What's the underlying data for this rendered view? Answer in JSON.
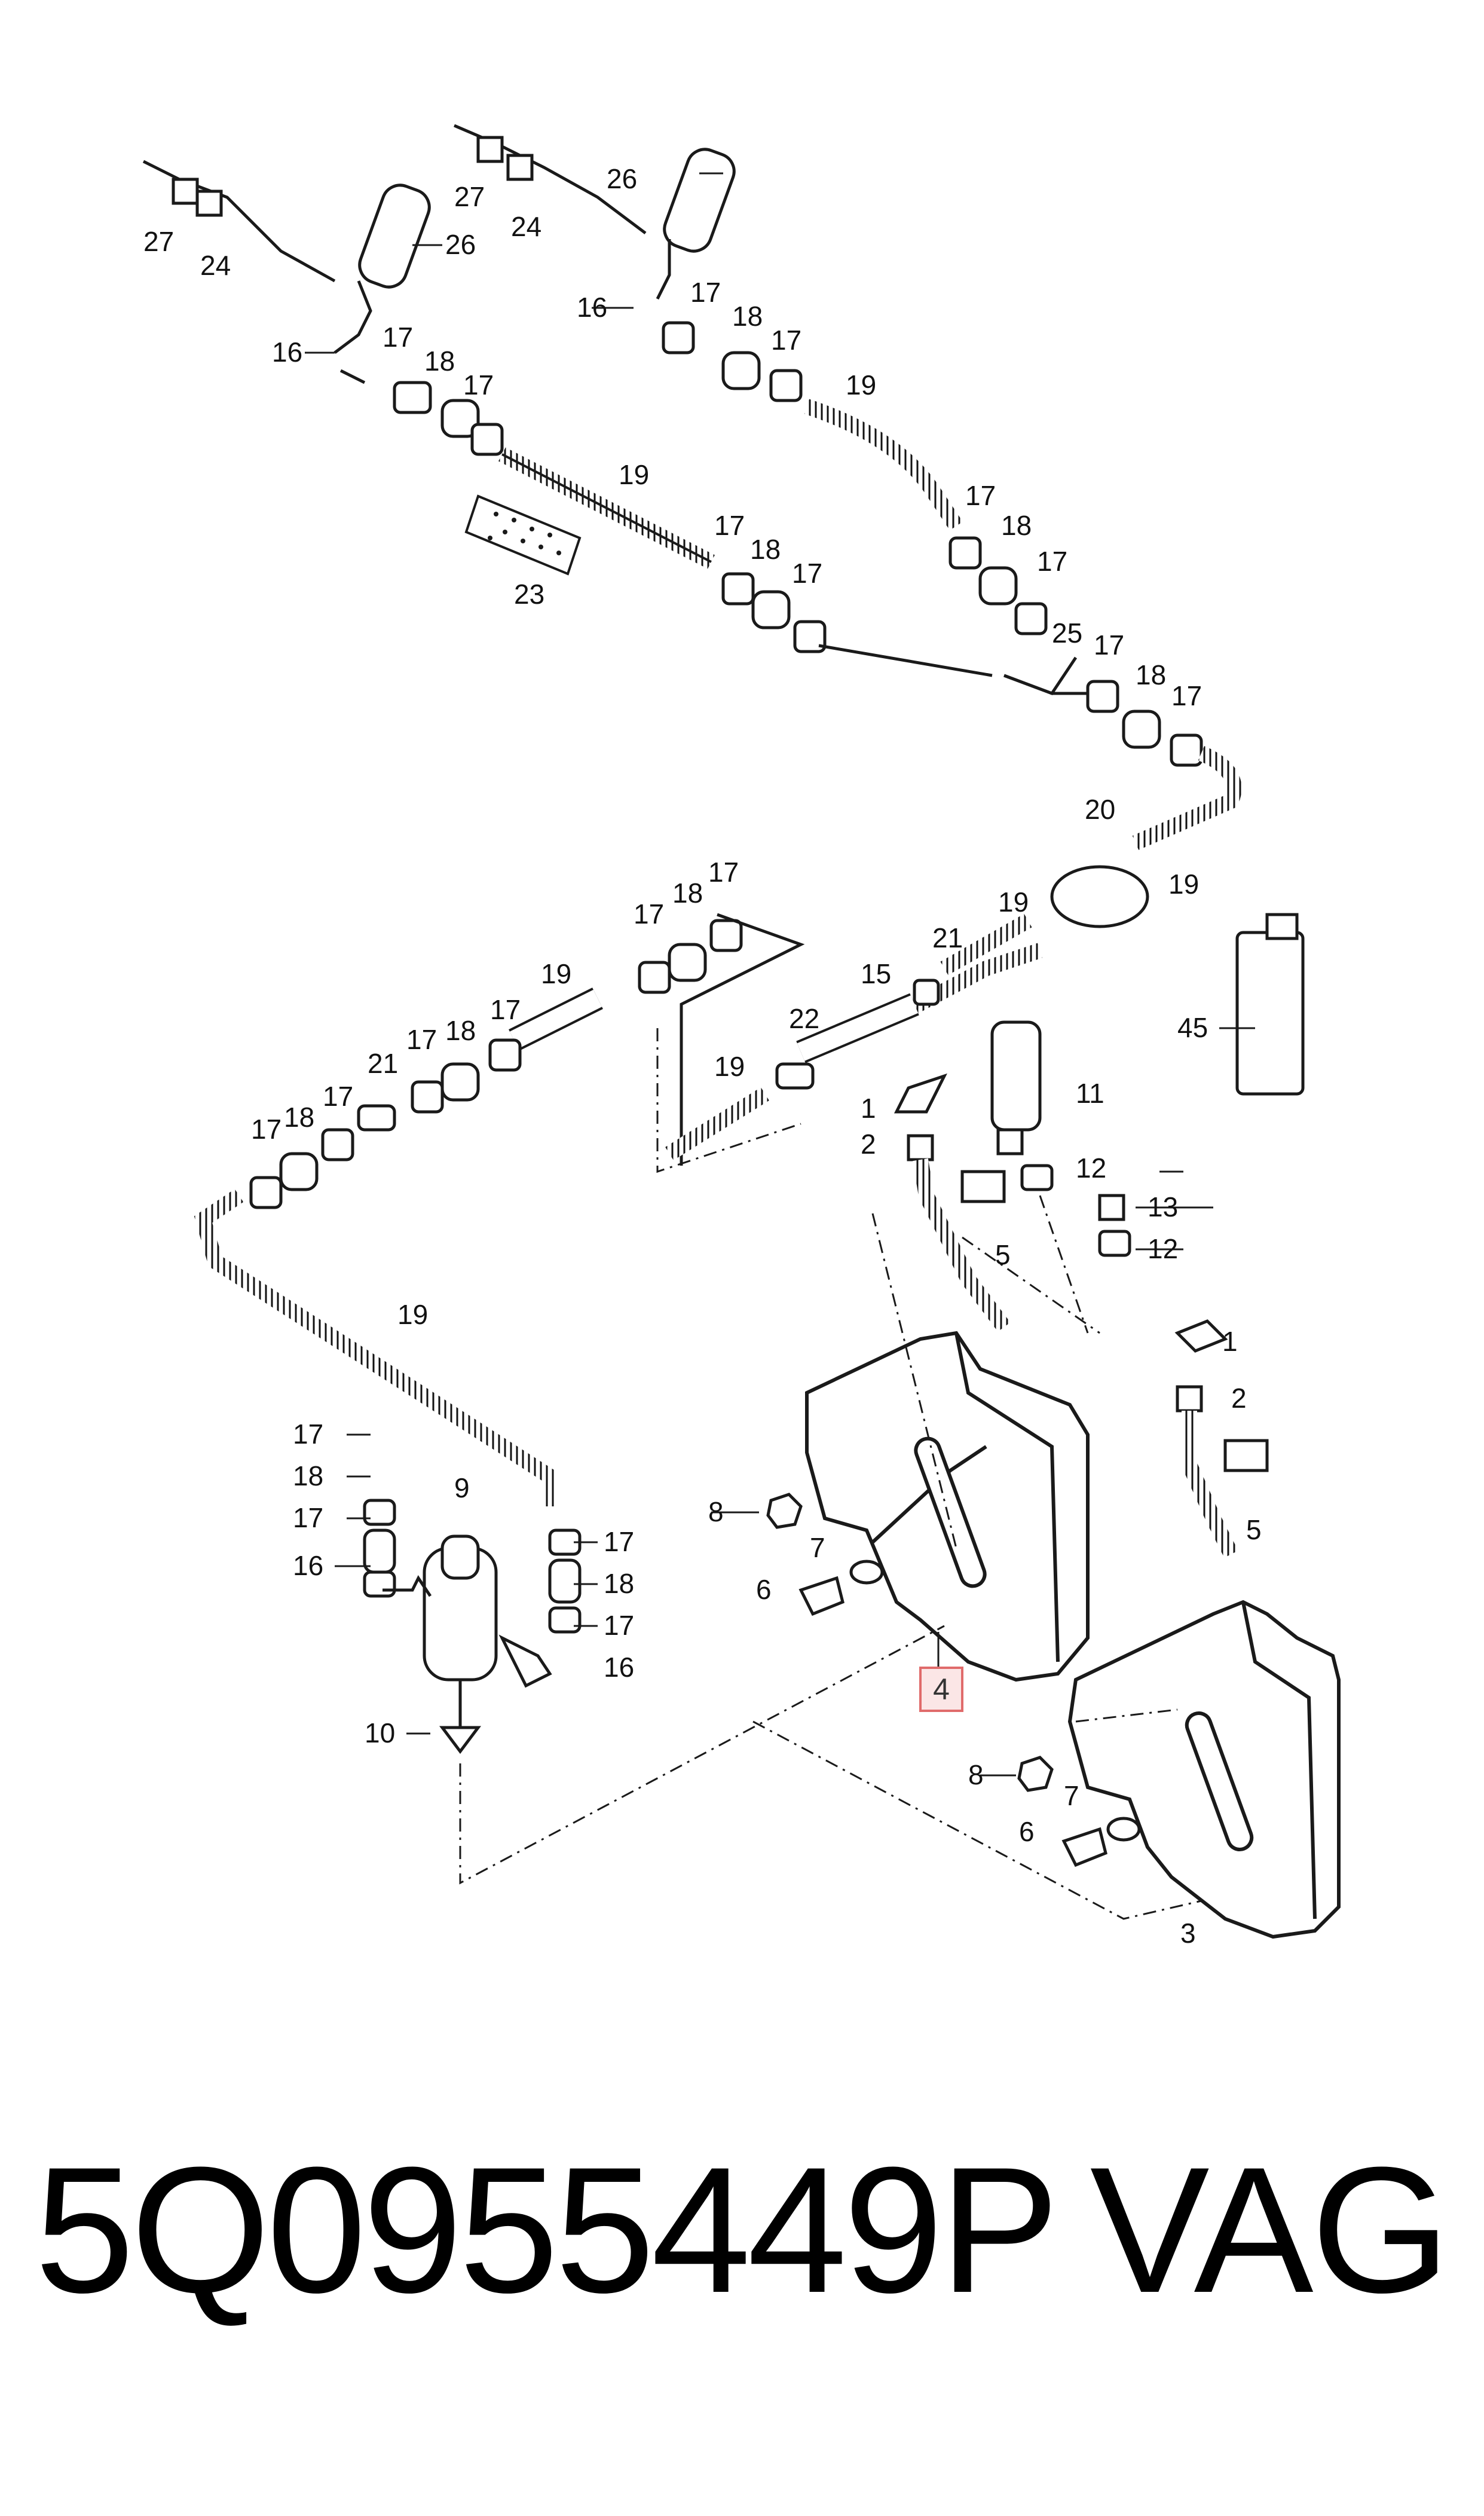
{
  "labels": {
    "l27a": "27",
    "l24a": "24",
    "l26a": "26",
    "l27b": "27",
    "l24b": "24",
    "l26b": "26",
    "l16a": "16",
    "l17a": "17",
    "l18a": "18",
    "l17b": "17",
    "l16b": "16",
    "l17c": "17",
    "l18b": "18",
    "l17d": "17",
    "l19a": "19",
    "l19b": "19",
    "l23": "23",
    "l17e": "17",
    "l18c": "18",
    "l17f": "17",
    "l17g": "17",
    "l18d": "18",
    "l17h": "17",
    "l25": "25",
    "l17i": "17",
    "l18e": "18",
    "l17j": "17",
    "l20": "20",
    "l19c": "19",
    "l17k": "17",
    "l18f": "18",
    "l17l": "17",
    "l19d": "19",
    "l15": "15",
    "l21a": "21",
    "l19e": "19",
    "l17m": "17",
    "l18g": "18",
    "l17n": "17",
    "l21b": "21",
    "l17o": "17",
    "l18h": "18",
    "l17p": "17",
    "l22": "22",
    "l19f": "19",
    "l1a": "1",
    "l2a": "2",
    "l11": "11",
    "l12a": "12",
    "l5a": "5",
    "l13": "13",
    "l12b": "12",
    "l45": "45",
    "l19g": "19",
    "l17q": "17",
    "l18i": "18",
    "l17r": "17",
    "l16c": "16",
    "l9": "9",
    "l10": "10",
    "l17s": "17",
    "l18j": "18",
    "l17t": "17",
    "l16d": "16",
    "l8a": "8",
    "l7a": "7",
    "l6a": "6",
    "l4": "4",
    "l1b": "1",
    "l2b": "2",
    "l5b": "5",
    "l8b": "8",
    "l7b": "7",
    "l6b": "6",
    "l3": "3"
  },
  "footer": {
    "part_number": "5Q0955449P",
    "brand": "VAG"
  },
  "colors": {
    "highlight_border": "#e06b6b",
    "highlight_fill": "#fbe6e6",
    "line": "#1a1a1a"
  }
}
